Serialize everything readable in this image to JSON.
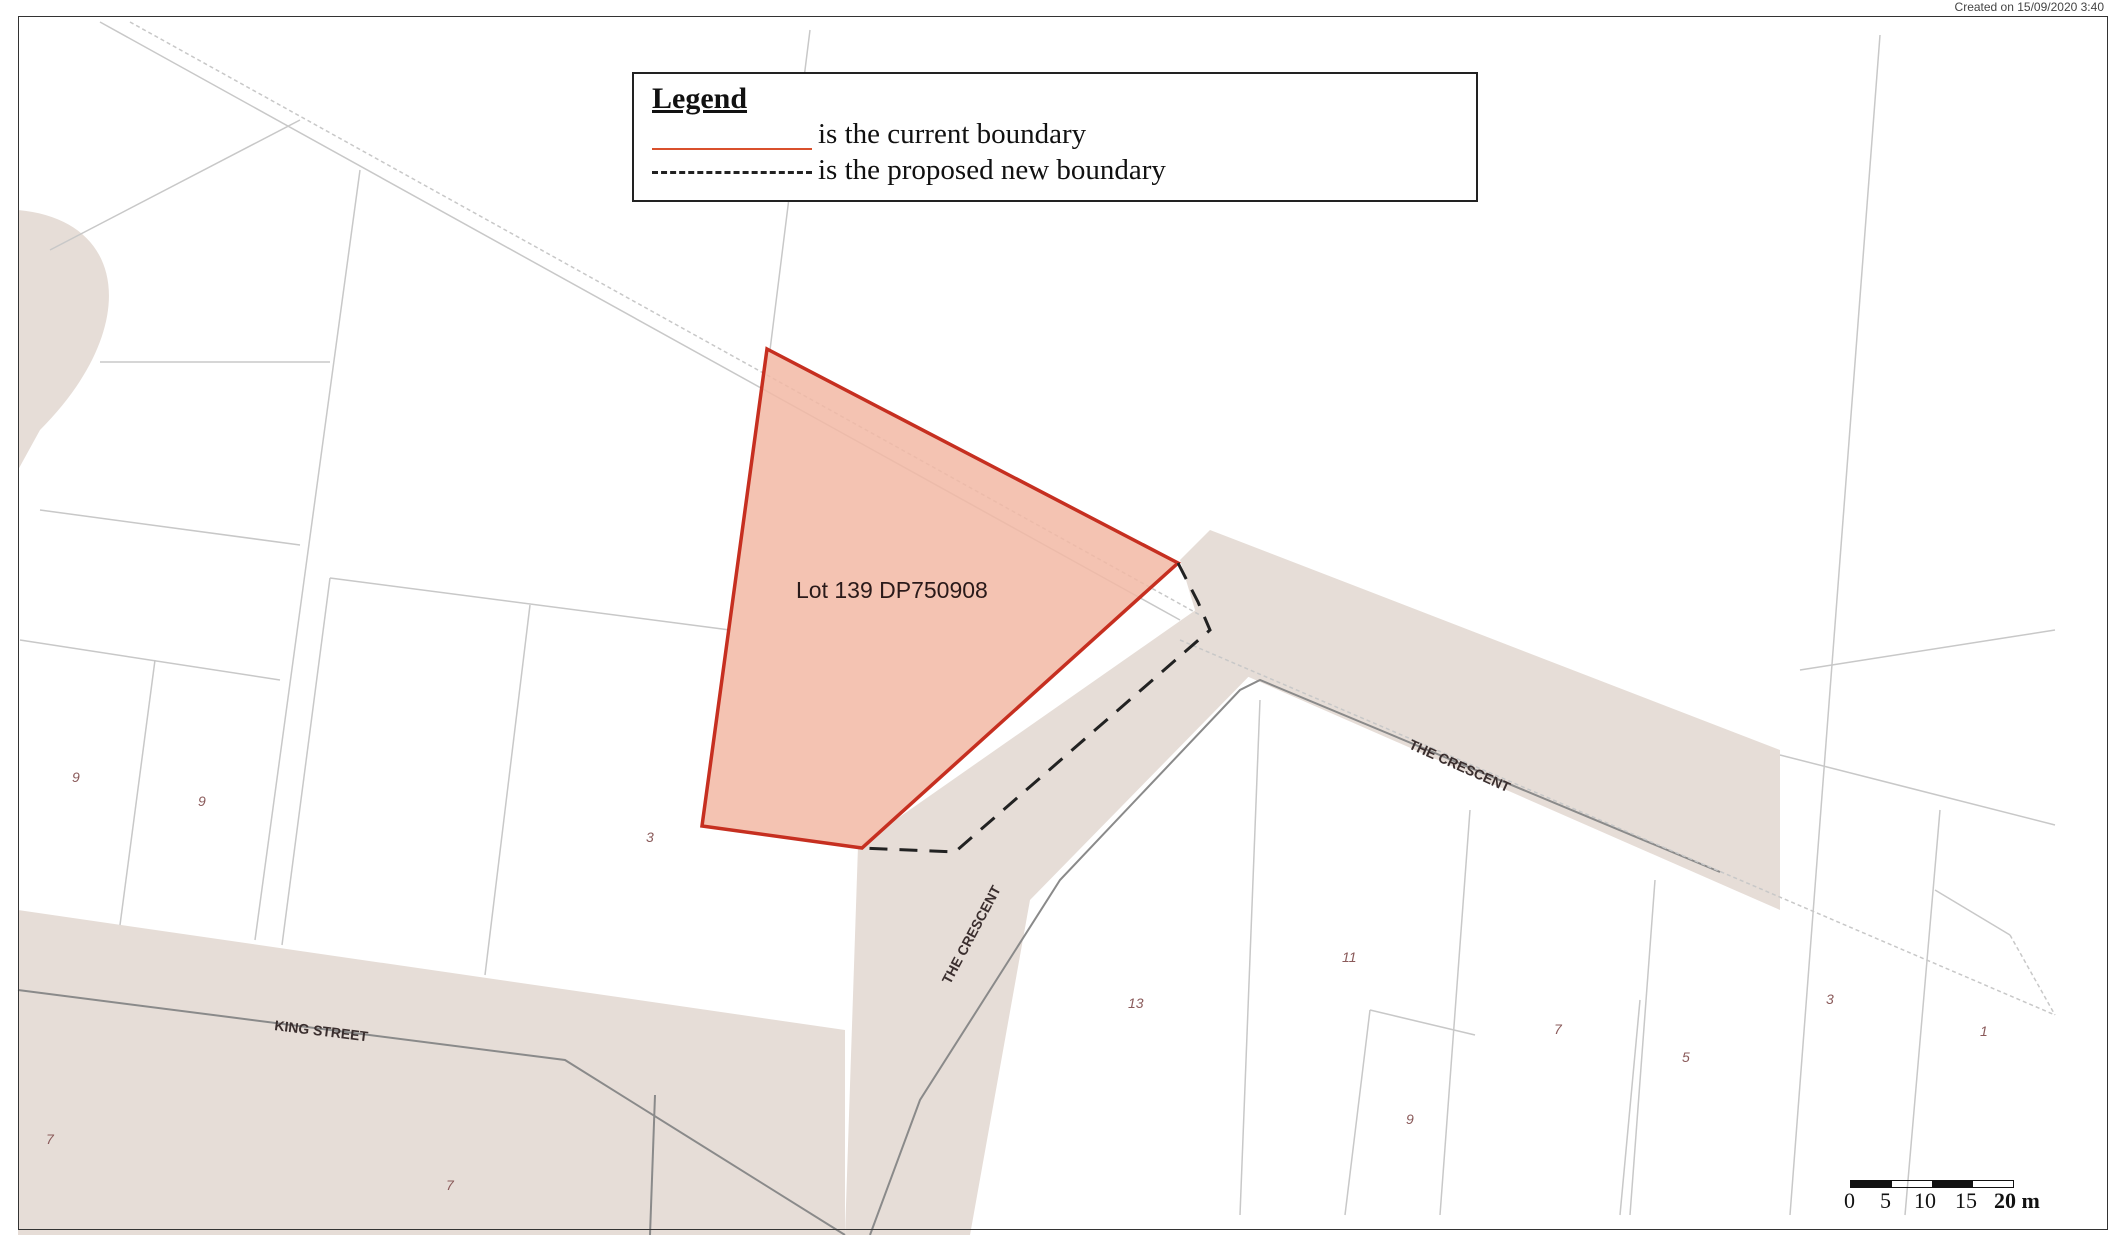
{
  "header": {
    "created_text": "Created on 15/09/2020 3:40"
  },
  "legend": {
    "title": "Legend",
    "current_text": "is the current boundary",
    "proposed_text": "is the proposed new boundary"
  },
  "colors": {
    "current_boundary": "#d9502c",
    "lot_fill": "#f2b9a4",
    "road_fill": "#e4dbd4",
    "proposed_boundary": "#222222",
    "lot_number_text": "#8a5a5a"
  },
  "map": {
    "lot_label": "Lot 139 DP750908",
    "streets": {
      "king": "KING STREET",
      "crescent_main": "THE CRESCENT",
      "crescent_side": "THE CRESCENT"
    },
    "lot_numbers": [
      "9",
      "9",
      "3",
      "13",
      "11",
      "7",
      "5",
      "3",
      "1",
      "9",
      "7",
      "7"
    ]
  },
  "scale": {
    "labels": [
      "0",
      "5",
      "10",
      "15",
      "20 m"
    ]
  }
}
